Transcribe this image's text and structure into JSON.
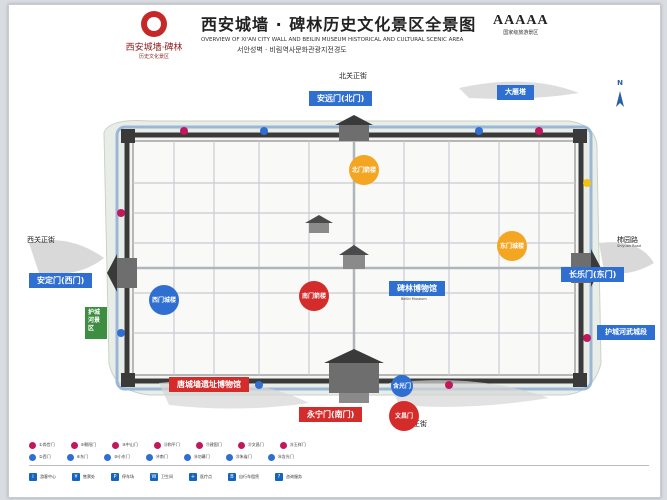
{
  "header": {
    "logo_cn": "西安城墙·碑林",
    "logo_sub": "历史文化景区",
    "title_cn": "西安城墙 · 碑林历史文化景区全景图",
    "title_en": "OVERVIEW OF XI'AN CITY WALL AND BEILIN MUSEUM HISTORICAL AND CULTURAL SCENIC AREA",
    "title_kr": "서안성벽 · 비림역사문화관광지전경도",
    "rating": "AAAAA",
    "rating_sub": "国家级旅游景区"
  },
  "compass": {
    "label": "N"
  },
  "streets": {
    "north": "北关正街",
    "west": "西关正街",
    "east": "柿园路",
    "east_sub": "Shiyuan Road",
    "south": "南关正街"
  },
  "gates": {
    "north": {
      "label": "安远门(北门)",
      "color": "#2e6fd1"
    },
    "west": {
      "label": "安定门(西门)",
      "color": "#2e6fd1"
    },
    "east": {
      "label": "长乐门(东门)",
      "color": "#2e6fd1"
    },
    "south": {
      "label": "永宁门(南门)",
      "color": "#d42b2b"
    }
  },
  "banners": {
    "beilin": {
      "label": "碑林博物馆",
      "sub": "Beilin Museum",
      "color": "#2e6fd1"
    },
    "huguo": {
      "label": "护城河景区",
      "color": "#d42b2b"
    },
    "defense": {
      "label": "护城河武城段",
      "color": "#2e6fd1"
    },
    "north_ne": {
      "label": "大雁塔",
      "color": "#2e6fd1"
    },
    "museum_sw": {
      "label": "唐城墙遗址博物馆",
      "color": "#d42b2b"
    }
  },
  "circles": {
    "north_gate": {
      "label": "北门箭楼",
      "color": "#f4a623"
    },
    "east_gate": {
      "label": "东门城楼",
      "color": "#f4a623"
    },
    "west_gate": {
      "label": "西门城楼",
      "color": "#2e6fd1"
    },
    "south_gate": {
      "label": "南门箭楼",
      "color": "#d42b2b"
    },
    "south_small": {
      "label": "含光门",
      "color": "#2e6fd1"
    },
    "south_small2": {
      "label": "文昌门",
      "color": "#d42b2b"
    }
  },
  "legend": {
    "row1": [
      "①尚俭门",
      "⑤朝阳门",
      "⑨中山门",
      "⑬和平门",
      "⑰建国门",
      "㉑文昌门",
      "㉕玉祥门"
    ],
    "row2": [
      "②西门",
      "⑥东门",
      "⑩小东门",
      "⑭南门",
      "⑱勿幕门",
      "㉒朱雀门",
      "㉖含光门"
    ],
    "row3": [
      "游客中心",
      "售票处",
      "停车场",
      "卫生间",
      "医疗点",
      "自行车租赁",
      "咨询服务"
    ]
  }
}
